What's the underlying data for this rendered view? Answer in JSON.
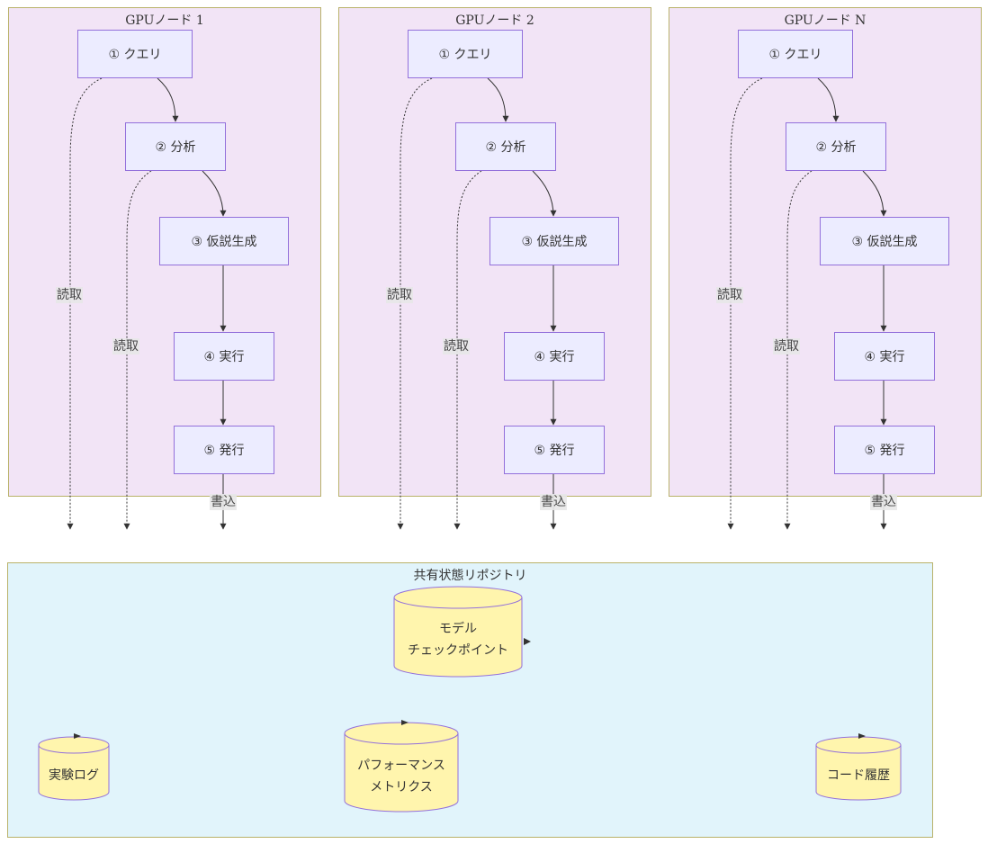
{
  "clusters": [
    {
      "title": "GPUノード 1",
      "query": "① クエリ",
      "analysis": "② 分析",
      "hypothesis": "③ 仮説生成",
      "execute": "④ 実行",
      "publish": "⑤ 発行",
      "read1": "読取",
      "read2": "読取",
      "write": "書込"
    },
    {
      "title": "GPUノード 2",
      "query": "① クエリ",
      "analysis": "② 分析",
      "hypothesis": "③ 仮説生成",
      "execute": "④ 実行",
      "publish": "⑤ 発行",
      "read1": "読取",
      "read2": "読取",
      "write": "書込"
    },
    {
      "title": "GPUノード N",
      "query": "① クエリ",
      "analysis": "② 分析",
      "hypothesis": "③ 仮説生成",
      "execute": "④ 実行",
      "publish": "⑤ 発行",
      "read1": "読取",
      "read2": "読取",
      "write": "書込"
    }
  ],
  "repository": {
    "title": "共有状態リポジトリ",
    "checkpoint_line1": "モデル",
    "checkpoint_line2": "チェックポイント",
    "metrics_line1": "パフォーマンス",
    "metrics_line2": "メトリクス",
    "log": "実験ログ",
    "history": "コード履歴"
  },
  "colors": {
    "cluster_fill": "#f2e4f6",
    "repo_fill": "#e1f4fb",
    "node_fill": "#ececff",
    "node_stroke": "#9370db",
    "cylinder_fill": "#fff5ad"
  }
}
